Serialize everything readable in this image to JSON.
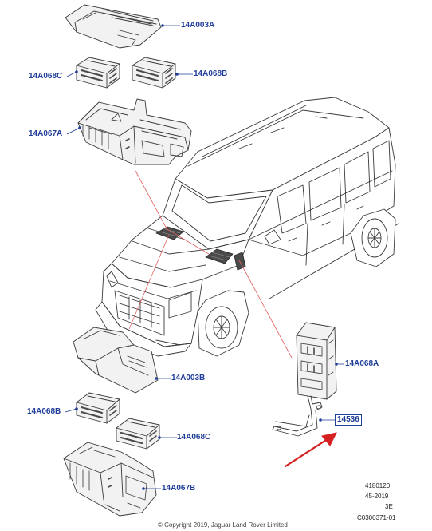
{
  "colors": {
    "line": "#3a3a3a",
    "leader": "#1f3d99",
    "label": "#1f3d99",
    "highlight_line": "#e06060",
    "arrow": "#d42020",
    "part_fill": "#f2f2f2",
    "part_dark": "#4a4a4a"
  },
  "callouts": {
    "cover_upper": "14A003A",
    "relay_upper_left": "14A068C",
    "relay_upper_right": "14A068B",
    "box_upper": "14A067A",
    "cover_lower": "14A003B",
    "relay_lower_left": "14A068B",
    "relay_lower_right": "14A068C",
    "box_lower": "14A067B",
    "relay_box_right": "14A068A",
    "bracket": "14536"
  },
  "reference": {
    "line1": "4180120",
    "line2": "45-2019",
    "line3": "3E",
    "line4": "C0300371-01"
  },
  "copyright": "© Copyright 2019, Jaguar Land Rover Limited"
}
